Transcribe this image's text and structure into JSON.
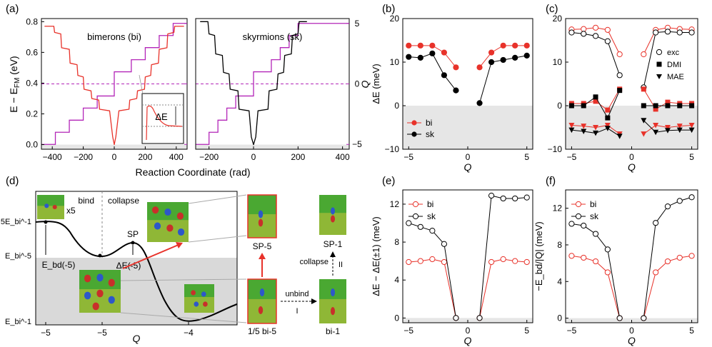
{
  "colors": {
    "bi": "#e8322a",
    "sk": "#000000",
    "mag": "#b325b8",
    "shade": "#e6e6e6",
    "arrow": "#e8322a"
  },
  "panel_letters": [
    "(a)",
    "(b)",
    "(c)",
    "(d)",
    "(e)",
    "(f)"
  ],
  "chart_data": [
    {
      "id": "a",
      "type": "line",
      "ylabel": "E − E_FM (eV)",
      "xlabel": "Reaction Coordinate (rad)",
      "y2label": "Q",
      "ylim": [
        -0.03,
        0.82
      ],
      "y2lim": [
        -5.4,
        5.4
      ],
      "sub1": {
        "label": "bimerons (bi)",
        "xlim": [
          -470,
          470
        ],
        "xticks": [
          -400,
          -200,
          0,
          200,
          400
        ]
      },
      "sub2": {
        "label": "skyrmions (sk)",
        "xlim": [
          -260,
          430
        ],
        "xticks": [
          -200,
          0,
          200,
          400
        ]
      },
      "yticks": [
        0.0,
        0.2,
        0.4,
        0.6,
        0.8
      ],
      "y2ticks": [
        -5,
        0,
        5
      ],
      "bi_energy": [
        [
          -450,
          0.77
        ],
        [
          -390,
          0.77
        ],
        [
          -385,
          0.73
        ],
        [
          -345,
          0.72
        ],
        [
          -340,
          0.63
        ],
        [
          -290,
          0.62
        ],
        [
          -285,
          0.53
        ],
        [
          -240,
          0.52
        ],
        [
          -235,
          0.45
        ],
        [
          -200,
          0.44
        ],
        [
          -195,
          0.36
        ],
        [
          -150,
          0.35
        ],
        [
          -145,
          0.3
        ],
        [
          -100,
          0.29
        ],
        [
          -95,
          0.23
        ],
        [
          -30,
          0.22
        ],
        [
          -10,
          0.05
        ],
        [
          0,
          0.0
        ],
        [
          10,
          0.05
        ],
        [
          30,
          0.22
        ],
        [
          95,
          0.23
        ],
        [
          100,
          0.29
        ],
        [
          145,
          0.3
        ],
        [
          150,
          0.35
        ],
        [
          195,
          0.36
        ],
        [
          200,
          0.44
        ],
        [
          235,
          0.45
        ],
        [
          240,
          0.52
        ],
        [
          285,
          0.53
        ],
        [
          290,
          0.62
        ],
        [
          340,
          0.63
        ],
        [
          345,
          0.72
        ],
        [
          385,
          0.73
        ],
        [
          390,
          0.77
        ],
        [
          450,
          0.77
        ]
      ],
      "bi_Q": [
        [
          -470,
          -5
        ],
        [
          -380,
          -5
        ],
        [
          -380,
          -4
        ],
        [
          -290,
          -4
        ],
        [
          -290,
          -3
        ],
        [
          -200,
          -3
        ],
        [
          -200,
          -2
        ],
        [
          -110,
          -2
        ],
        [
          -110,
          -1
        ],
        [
          0,
          -1
        ],
        [
          0,
          1
        ],
        [
          110,
          1
        ],
        [
          110,
          2
        ],
        [
          200,
          2
        ],
        [
          200,
          3
        ],
        [
          290,
          3
        ],
        [
          290,
          4
        ],
        [
          380,
          4
        ],
        [
          380,
          5
        ],
        [
          470,
          5
        ]
      ],
      "sk_energy": [
        [
          -240,
          0.8
        ],
        [
          -205,
          0.8
        ],
        [
          -200,
          0.72
        ],
        [
          -175,
          0.71
        ],
        [
          -170,
          0.59
        ],
        [
          -140,
          0.58
        ],
        [
          -135,
          0.47
        ],
        [
          -110,
          0.46
        ],
        [
          -105,
          0.36
        ],
        [
          -70,
          0.35
        ],
        [
          -65,
          0.23
        ],
        [
          -20,
          0.22
        ],
        [
          -10,
          0.05
        ],
        [
          0,
          0.0
        ],
        [
          10,
          0.05
        ],
        [
          20,
          0.22
        ],
        [
          65,
          0.23
        ],
        [
          70,
          0.35
        ],
        [
          105,
          0.36
        ],
        [
          110,
          0.46
        ],
        [
          135,
          0.47
        ],
        [
          140,
          0.58
        ],
        [
          170,
          0.59
        ],
        [
          175,
          0.71
        ],
        [
          200,
          0.72
        ],
        [
          205,
          0.8
        ],
        [
          240,
          0.8
        ]
      ],
      "sk_Q": [
        [
          -260,
          -5
        ],
        [
          -200,
          -5
        ],
        [
          -200,
          -4
        ],
        [
          -160,
          -4
        ],
        [
          -160,
          -3
        ],
        [
          -120,
          -3
        ],
        [
          -120,
          -2
        ],
        [
          -80,
          -2
        ],
        [
          -80,
          -1
        ],
        [
          0,
          -1
        ],
        [
          0,
          1
        ],
        [
          80,
          1
        ],
        [
          80,
          2
        ],
        [
          120,
          2
        ],
        [
          120,
          3
        ],
        [
          160,
          3
        ],
        [
          160,
          4
        ],
        [
          200,
          4
        ],
        [
          200,
          5
        ],
        [
          430,
          5
        ]
      ],
      "inset_label": "ΔE"
    },
    {
      "id": "b",
      "type": "scatter-line",
      "xlabel": "Q",
      "ylabel": "ΔE (meV)",
      "xlim": [
        -5.5,
        5.5
      ],
      "ylim": [
        -10,
        20
      ],
      "xticks": [
        -5,
        0,
        5
      ],
      "yticks": [
        -10,
        0,
        10,
        20
      ],
      "series": [
        {
          "name": "bi",
          "x": [
            -5,
            -4,
            -3,
            -2,
            -1,
            1,
            2,
            3,
            4,
            5
          ],
          "y": [
            13.8,
            13.8,
            13.8,
            12.2,
            8.8,
            8.8,
            12.2,
            13.8,
            13.8,
            13.8
          ]
        },
        {
          "name": "sk",
          "x": [
            -5,
            -4,
            -3,
            -2,
            -1,
            1,
            2,
            3,
            4,
            5
          ],
          "y": [
            11.2,
            11.0,
            12.0,
            7.0,
            3.5,
            0.6,
            10.0,
            10.5,
            11.0,
            11.5
          ]
        }
      ]
    },
    {
      "id": "c",
      "type": "scatter-line",
      "xlabel": "Q",
      "xlim": [
        -5.5,
        5.5
      ],
      "ylim": [
        -10,
        20
      ],
      "xticks": [
        -5,
        0,
        5
      ],
      "yticks": [
        -10,
        0,
        10,
        20
      ],
      "legend": [
        "exc",
        "DMI",
        "MAE"
      ],
      "series": [
        {
          "name": "bi-exc",
          "x": [
            -5,
            -4,
            -3,
            -2,
            -1,
            1,
            2,
            3,
            4,
            5
          ],
          "y": [
            17.5,
            17.6,
            17.9,
            17.4,
            11.8,
            11.8,
            17.4,
            17.9,
            17.6,
            17.5
          ]
        },
        {
          "name": "sk-exc",
          "x": [
            -5,
            -4,
            -3,
            -2,
            -1,
            1,
            2,
            3,
            4,
            5
          ],
          "y": [
            16.8,
            16.5,
            16.0,
            14.8,
            7.0,
            4.2,
            16.8,
            17.0,
            16.8,
            16.8
          ]
        },
        {
          "name": "bi-DMI",
          "x": [
            -5,
            -4,
            -3,
            -2,
            -1,
            1,
            2,
            3,
            4,
            5
          ],
          "y": [
            0.5,
            0.5,
            1.0,
            -1.0,
            3.8,
            3.8,
            -0.8,
            0.8,
            0.5,
            0.5
          ]
        },
        {
          "name": "sk-DMI",
          "x": [
            -5,
            -4,
            -3,
            -2,
            -1,
            1,
            2,
            3,
            4,
            5
          ],
          "y": [
            0.0,
            0.0,
            2.0,
            -2.8,
            3.5,
            0.0,
            0.0,
            0.0,
            0.0,
            0.0
          ]
        },
        {
          "name": "bi-MAE",
          "x": [
            -5,
            -4,
            -3,
            -2,
            -1,
            1,
            2,
            3,
            4,
            5
          ],
          "y": [
            -4.5,
            -4.7,
            -5.0,
            -4.5,
            -6.5,
            -6.5,
            -4.5,
            -5.0,
            -4.7,
            -4.5
          ]
        },
        {
          "name": "sk-MAE",
          "x": [
            -5,
            -4,
            -3,
            -2,
            -1,
            1,
            2,
            3,
            4,
            5
          ],
          "y": [
            -5.6,
            -5.9,
            -6.3,
            -5.2,
            -7.0,
            -3.4,
            -6.1,
            -5.7,
            -5.6,
            -5.6
          ]
        }
      ]
    },
    {
      "id": "d",
      "type": "diagram",
      "xlabel": "Q",
      "xticks": [
        "-5",
        "-5",
        "-4"
      ],
      "ylabels": [
        "5E_bi^-1",
        "E_bi^-5",
        "E_bi^-1"
      ],
      "region_labels": [
        "bind",
        "collapse"
      ],
      "labels": {
        "x5": "x5",
        "sp": "SP",
        "ebd": "E_bd(-5)",
        "de": "ΔE(-5)",
        "sp5": "SP-5",
        "sp1": "SP-1",
        "bi5": "1/5 bi-5",
        "bi1": "bi-1",
        "unbind": "unbind",
        "collapse": "collapse",
        "I": "I",
        "II": "II"
      }
    },
    {
      "id": "e",
      "type": "scatter-line",
      "xlabel": "Q",
      "ylabel": "ΔE − ΔE(±1)  (meV)",
      "xlim": [
        -5.5,
        5.5
      ],
      "ylim": [
        -0.5,
        13.5
      ],
      "xticks": [
        -5,
        0,
        5
      ],
      "yticks": [
        0,
        4,
        8,
        12
      ],
      "series": [
        {
          "name": "bi",
          "x": [
            -5,
            -4,
            -3,
            -2,
            -1,
            1,
            2,
            3,
            4,
            5
          ],
          "y": [
            5.9,
            6.0,
            6.2,
            5.9,
            0.0,
            0.0,
            5.9,
            6.2,
            6.0,
            5.9
          ]
        },
        {
          "name": "sk",
          "x": [
            -5,
            -4,
            -3,
            -2,
            -1,
            1,
            2,
            3,
            4,
            5
          ],
          "y": [
            10.0,
            9.6,
            9.2,
            7.8,
            0.0,
            0.0,
            12.9,
            12.6,
            12.6,
            12.7
          ]
        }
      ]
    },
    {
      "id": "f",
      "type": "scatter-line",
      "xlabel": "Q",
      "ylabel": "−E_bd/|Q| (meV)",
      "xlim": [
        -5.5,
        5.5
      ],
      "ylim": [
        -0.5,
        14
      ],
      "xticks": [
        -5,
        0,
        5
      ],
      "yticks": [
        0,
        4,
        8,
        12
      ],
      "series": [
        {
          "name": "bi",
          "x": [
            -5,
            -4,
            -3,
            -2,
            -1,
            1,
            2,
            3,
            4,
            5
          ],
          "y": [
            6.8,
            6.6,
            6.2,
            5.0,
            0.0,
            0.0,
            5.0,
            6.2,
            6.6,
            6.8
          ]
        },
        {
          "name": "sk",
          "x": [
            -5,
            -4,
            -3,
            -2,
            -1,
            1,
            2,
            3,
            4,
            5
          ],
          "y": [
            10.3,
            10.1,
            9.2,
            7.5,
            0.0,
            0.0,
            10.4,
            12.2,
            12.8,
            13.2
          ]
        }
      ]
    }
  ]
}
